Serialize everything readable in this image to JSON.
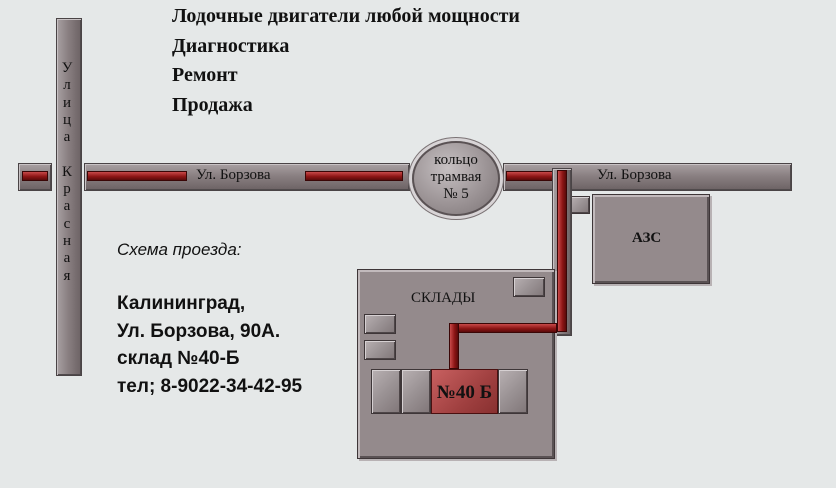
{
  "services": [
    "Лодочные двигатели любой мощности",
    "Диагностика",
    "Ремонт",
    "Продажа"
  ],
  "streets": {
    "vertical_letters": [
      "У",
      "л",
      "и",
      "ц",
      "а",
      " ",
      "К",
      "р",
      "а",
      "с",
      "н",
      "а",
      "я"
    ],
    "horizontal_left": "Ул. Борзова",
    "horizontal_right": "Ул. Борзова"
  },
  "ring": {
    "lines": [
      "кольцо",
      "трамвая",
      "№ 5"
    ]
  },
  "gas_station": "АЗС",
  "warehouses": {
    "label": "СКЛАДЫ",
    "target": "№40 Б"
  },
  "directions": {
    "title": "Схема проезда:",
    "address_lines": [
      "Калининград,",
      "Ул. Борзова, 90А.",
      "склад №40-Б",
      "тел; 8-9022-34-42-95"
    ]
  },
  "colors": {
    "background": "#e5e8e8",
    "road": "#8a8082",
    "route": "#8e1616",
    "target": "#a04040"
  }
}
